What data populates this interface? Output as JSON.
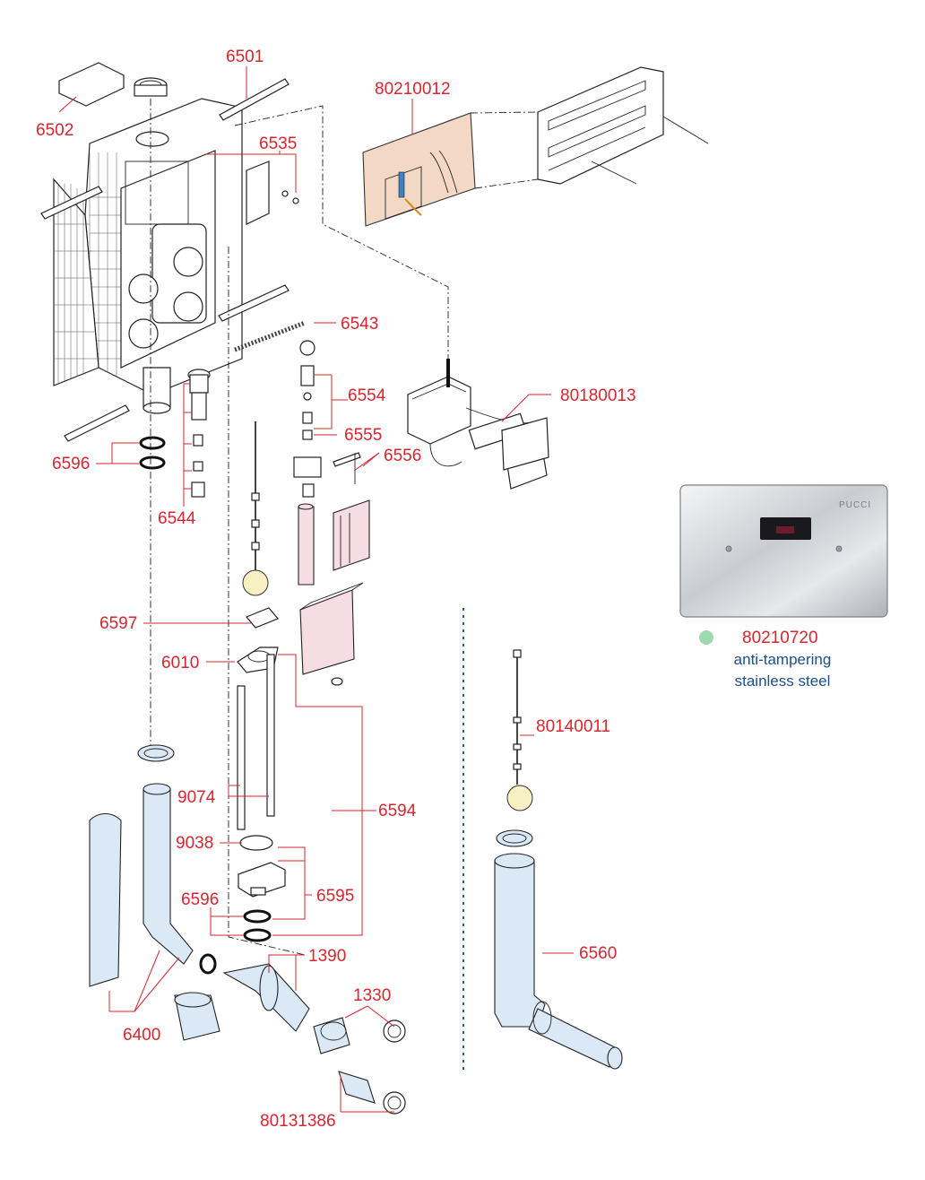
{
  "labels": {
    "p6501": "6501",
    "p6502": "6502",
    "p80210012": "80210012",
    "p6535": "6535",
    "p6543": "6543",
    "p80180013": "80180013",
    "p6554": "6554",
    "p6555": "6555",
    "p6556": "6556",
    "p6596a": "6596",
    "p6544": "6544",
    "p6597": "6597",
    "p6010": "6010",
    "p80140011": "80140011",
    "p9074": "9074",
    "p6594": "6594",
    "p9038": "9038",
    "p6595": "6595",
    "p6596b": "6596",
    "p6560": "6560",
    "p1390": "1390",
    "p1330": "1330",
    "p6400": "6400",
    "p80131386": "80131386"
  },
  "plate": {
    "brand": "PUCCI",
    "code": "80210720",
    "line1": "anti-tampering",
    "line2": "stainless steel",
    "dot_color": "#9fd9b2"
  },
  "colors": {
    "label": "#d7262e",
    "description": "#1b4f8a",
    "pipe_fill": "#dbe9f7",
    "box_fill": "#f6dde4",
    "panel_fill": "#f3d9c5",
    "float_fill": "#f6f0c2",
    "separator": "#1e5aa8"
  }
}
